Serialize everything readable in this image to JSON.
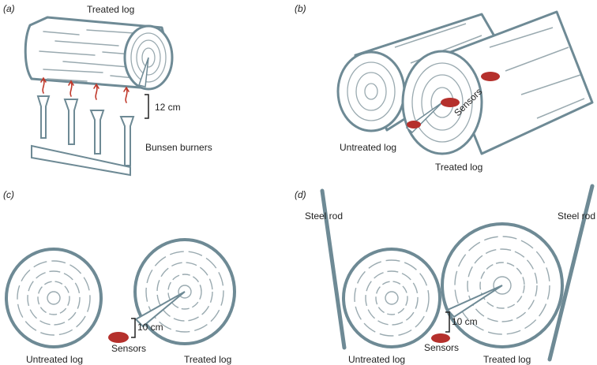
{
  "panels": {
    "a": {
      "label": "(a)",
      "treated_log": "Treated log",
      "distance": "12 cm",
      "burners": "Bunsen burners"
    },
    "b": {
      "label": "(b)",
      "sensors": "Sensors",
      "untreated_log": "Untreated log",
      "treated_log": "Treated log"
    },
    "c": {
      "label": "(c)",
      "distance": "10 cm",
      "sensors": "Sensors",
      "untreated_log": "Untreated log",
      "treated_log": "Treated log"
    },
    "d": {
      "label": "(d)",
      "steel_rod_left": "Steel rod",
      "steel_rod_right": "Steel rod",
      "distance": "10 cm",
      "sensors": "Sensors",
      "untreated_log": "Untreated log",
      "treated_log": "Treated log"
    }
  },
  "colors": {
    "log_outline": "#6e8a95",
    "ring": "#9aaab0",
    "sensor": "#b5302c",
    "flame_arrow": "#c0392b"
  }
}
